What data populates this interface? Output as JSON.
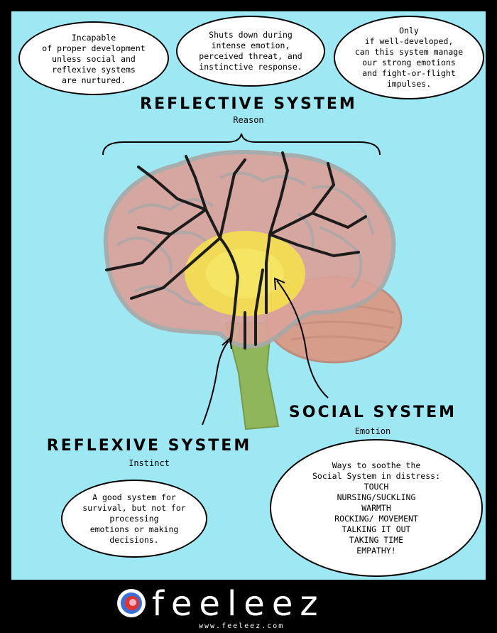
{
  "bubbles": {
    "top_left": [
      "Incapable",
      "of proper development",
      "unless social and",
      "reflexive systems",
      "are nurtured."
    ],
    "top_middle": [
      "Shuts down during",
      "intense emotion,",
      "perceived threat, and",
      "instinctive response."
    ],
    "top_right": [
      "Only",
      "if well-developed,",
      "can this system manage",
      "our strong emotions",
      "and fight-or-flight",
      "impulses."
    ],
    "bottom_left": [
      "A good system for",
      "survival, but not for",
      "processing",
      "emotions or making",
      "decisions."
    ],
    "bottom_right": [
      "Ways to soothe the",
      "Social System in distress:",
      "TOUCH",
      "NURSING/SUCKLING",
      "WARMTH",
      "ROCKING/ MOVEMENT",
      "TALKING IT OUT",
      "TAKING TIME",
      "EMPATHY!"
    ]
  },
  "systems": {
    "reflective": {
      "title": "REFLECTIVE SYSTEM",
      "subtitle": "Reason"
    },
    "social": {
      "title": "SOCIAL SYSTEM",
      "subtitle": "Emotion"
    },
    "reflexive": {
      "title": "REFLEXIVE SYSTEM",
      "subtitle": "Instinct"
    }
  },
  "logo": {
    "name": "Feeleez",
    "display": "feeleez",
    "url": "www.feeleez.com"
  },
  "colors": {
    "background": "#9ee8f4",
    "frame": "#000000",
    "cerebrum": "#dba39a",
    "limbic": "#f5e14a",
    "brainstem": "#8fb65a",
    "cerebellum": "#d99a86"
  }
}
